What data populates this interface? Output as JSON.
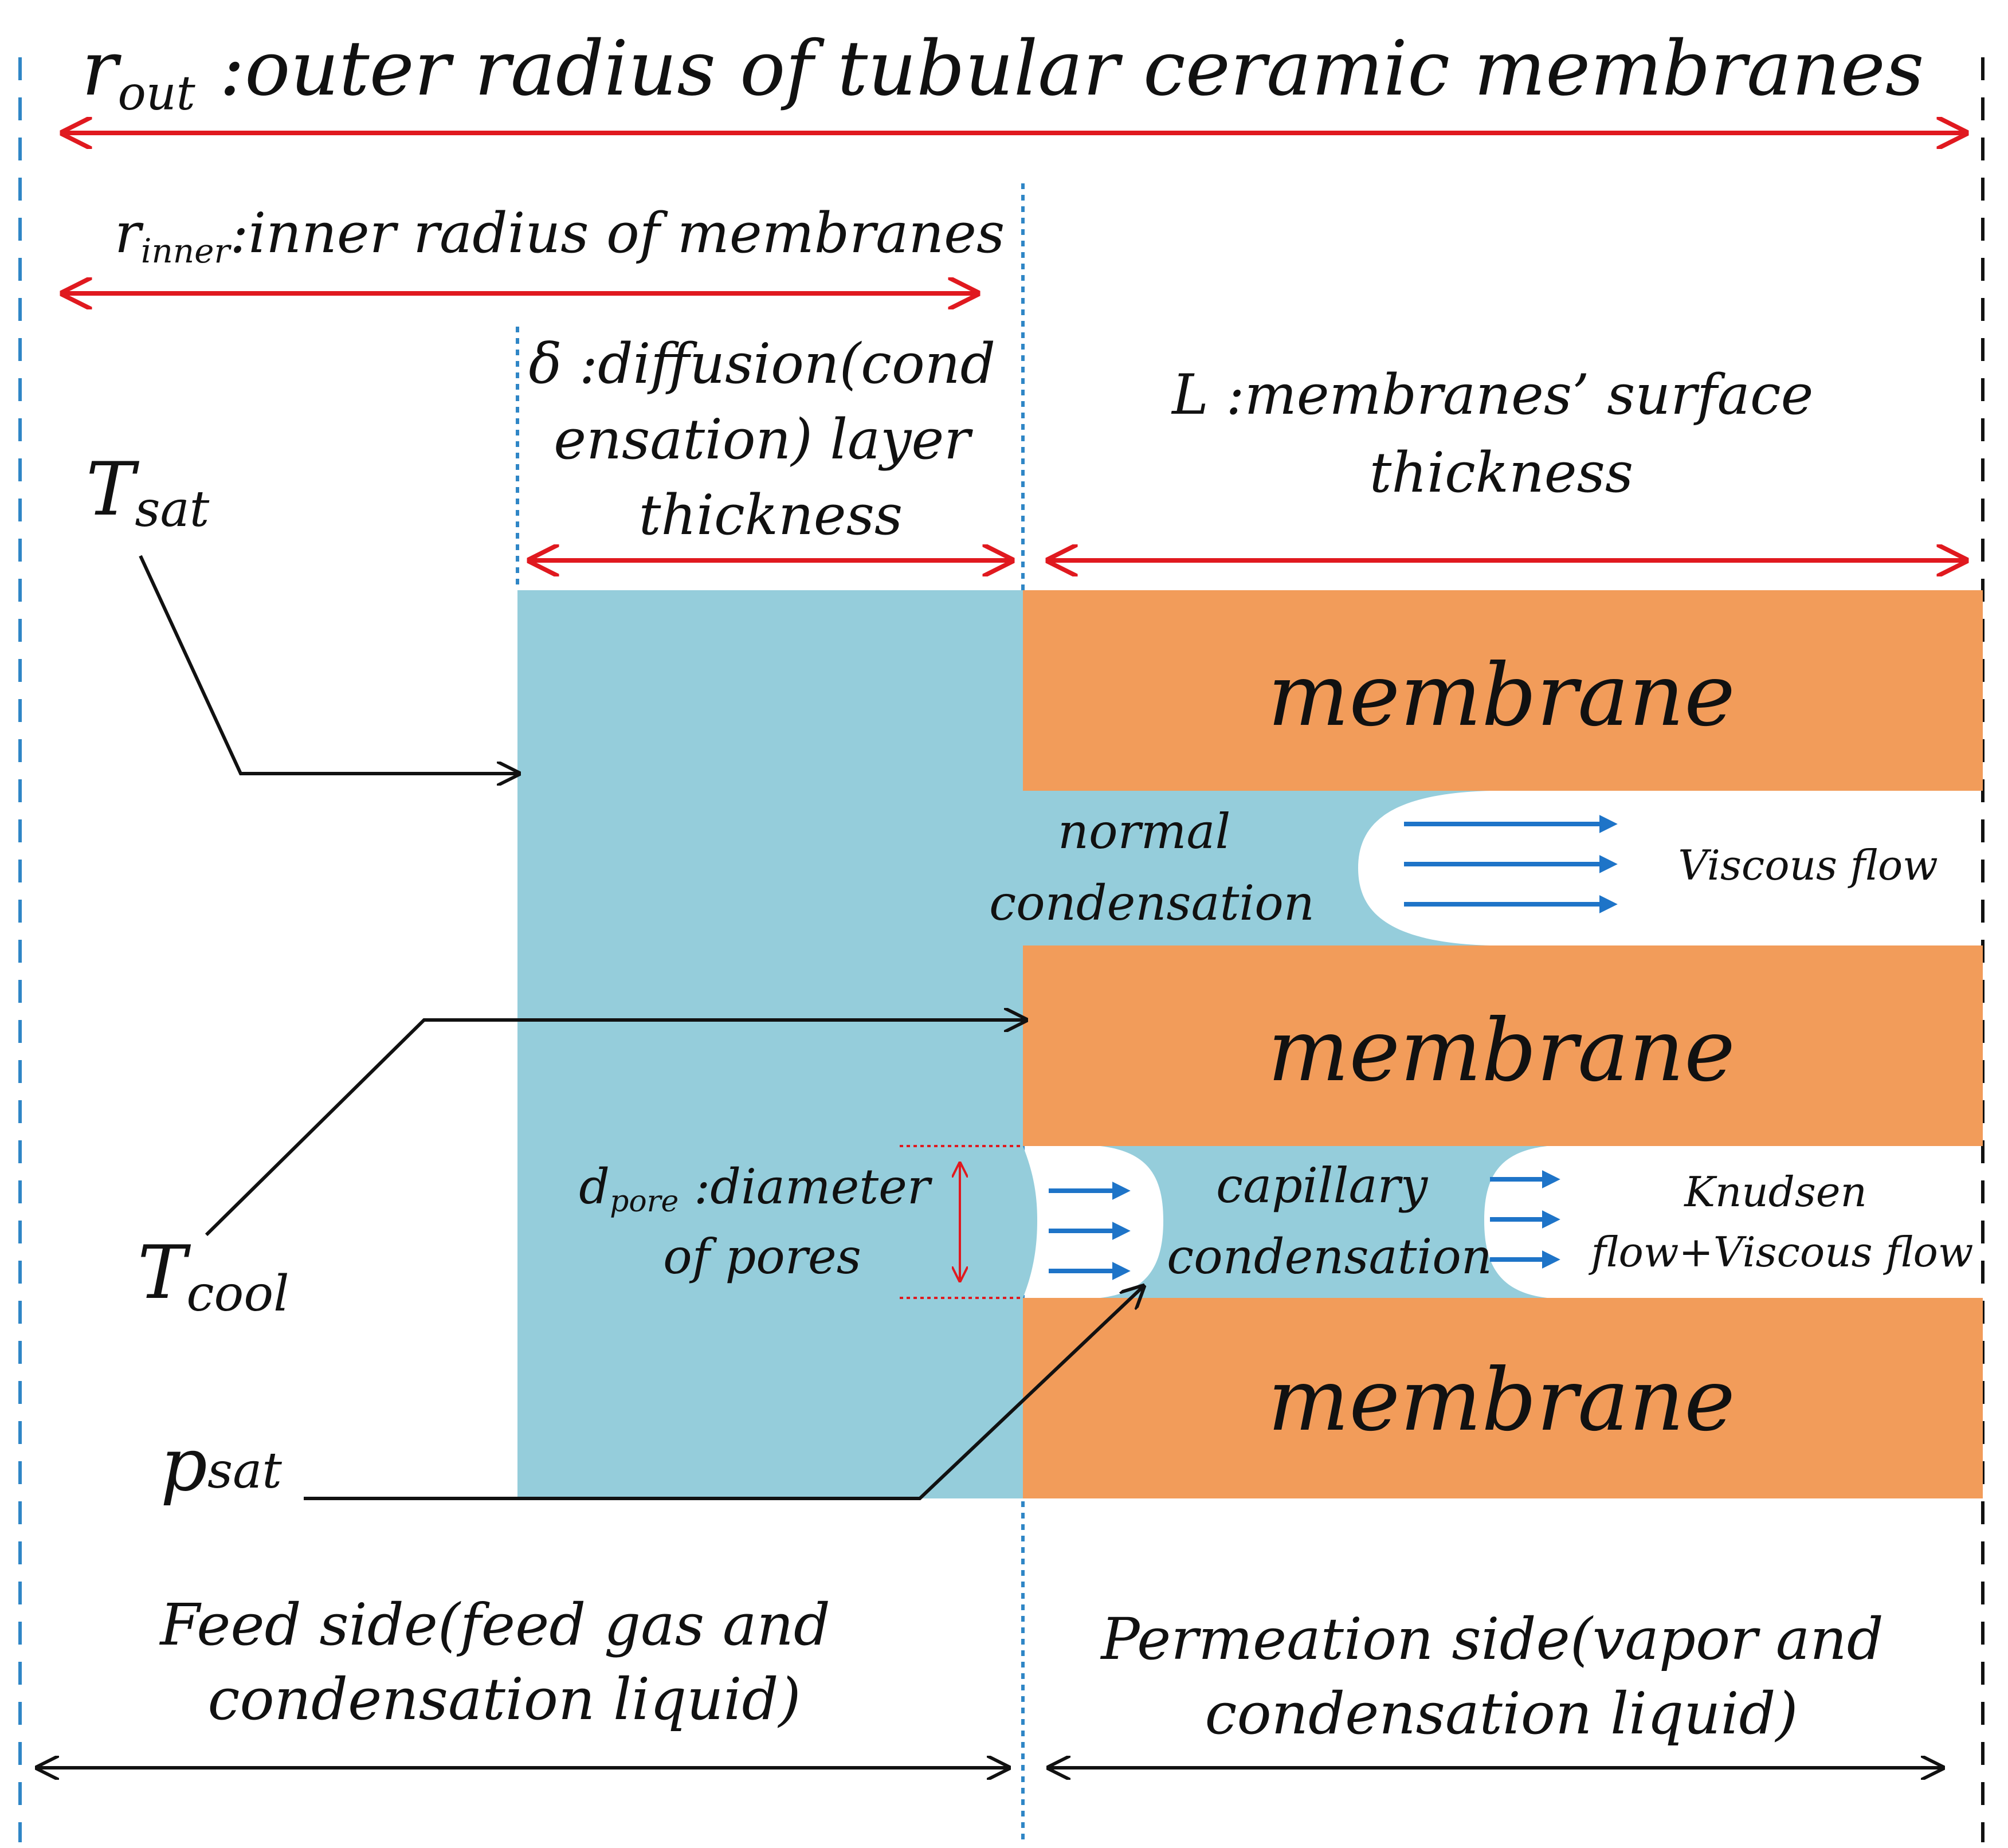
{
  "colors": {
    "membrane": "#F29C5A",
    "liquid": "#95CDDB",
    "red_arrow": "#E0191F",
    "flow_arrow": "#1E74C8",
    "blue_dash": "#2F86C6",
    "black": "#111111"
  },
  "top": {
    "rout_symbol": "r",
    "rout_sub": "out",
    "rout_text": " :outer radius of tubular ceramic membranes",
    "rinner_symbol": "r",
    "rinner_sub": "inner",
    "rinner_text": ":inner radius of membranes"
  },
  "delta": {
    "line1": "δ :diffusion(cond",
    "line2": "ensation) layer",
    "line3": "thickness"
  },
  "L": {
    "line1": "L :membranes’  surface",
    "line2": "thickness"
  },
  "tsat": {
    "symbol": "T",
    "sub": "sat"
  },
  "tcool": {
    "symbol": "T",
    "sub": "cool"
  },
  "psat": {
    "symbol": "p",
    "sub": "sat"
  },
  "membrane_label": "membrane",
  "normal": {
    "line1": "normal",
    "line2": "condensation"
  },
  "viscous": "Viscous flow",
  "dpore": {
    "symbol": "d",
    "sub": "pore",
    "text": " :diameter",
    "line2": "of pores"
  },
  "capillary": {
    "line1": "capillary",
    "line2": "condensation"
  },
  "knudsen": {
    "line1": "Knudsen",
    "line2": "flow+Viscous flow"
  },
  "feed": {
    "line1": "Feed side(feed gas and",
    "line2": "condensation liquid)"
  },
  "perm": {
    "line1": "Permeation side(vapor and",
    "line2": "condensation liquid)"
  }
}
